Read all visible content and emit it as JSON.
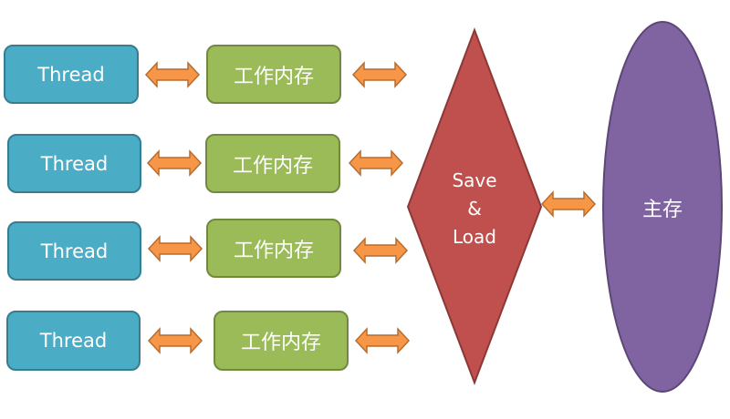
{
  "colors": {
    "thread_fill": "#4bacc6",
    "working_memory_fill": "#9bbb59",
    "arrow_fill": "#f79646",
    "save_load_fill": "#c0504d",
    "main_memory_fill": "#8064a2"
  },
  "rows": [
    {
      "thread_label": "Thread",
      "working_memory_label": "工作内存"
    },
    {
      "thread_label": "Thread",
      "working_memory_label": "工作内存"
    },
    {
      "thread_label": "Thread",
      "working_memory_label": "工作内存"
    },
    {
      "thread_label": "Thread",
      "working_memory_label": "工作内存"
    }
  ],
  "save_load": {
    "line1": "Save",
    "line2": "&",
    "line3": "Load"
  },
  "main_memory": {
    "label": "主存"
  }
}
